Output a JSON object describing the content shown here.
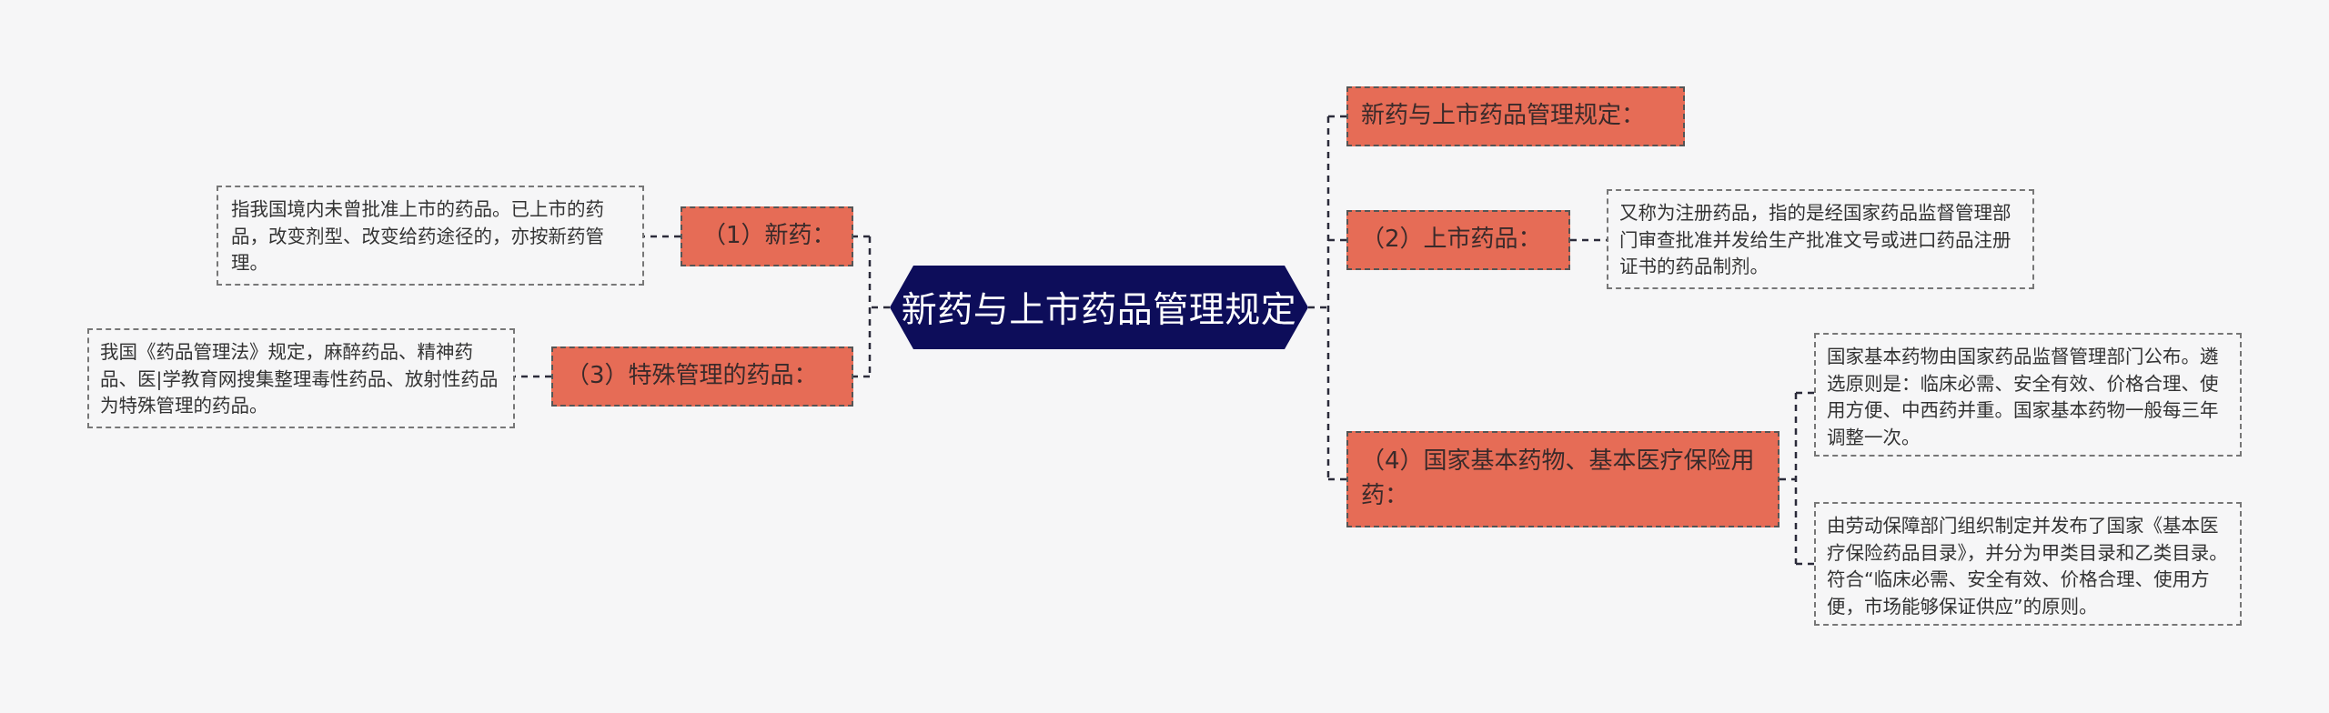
{
  "root": {
    "title": "新药与上市药品管理规定"
  },
  "categories": [
    {
      "label": "新药与上市药品管理规定："
    },
    {
      "label": "（2）上市药品："
    },
    {
      "label": "（4）国家基本药物、基本医疗保险用药："
    },
    {
      "label": "（1）新药："
    },
    {
      "label": "（3）特殊管理的药品："
    }
  ],
  "leaves": [
    {
      "text": "又称为注册药品，指的是经国家药品监督管理部门审查批准并发给生产批准文号或进口药品注册证书的药品制剂。"
    },
    {
      "text": "国家基本药物由国家药品监督管理部门公布。遴选原则是：临床必需、安全有效、价格合理、使用方便、中西药并重。国家基本药物一般每三年调整一次。"
    },
    {
      "text": "由劳动保障部门组织制定并发布了国家《基本医疗保险药品目录》，并分为甲类目录和乙类目录。符合“临床必需、安全有效、价格合理、使用方便，市场能够保证供应”的原则。"
    },
    {
      "text": "指我国境内未曾批准上市的药品。已上市的药品，改变剂型、改变给药途径的，亦按新药管理。"
    },
    {
      "text": "我国《药品管理法》规定，麻醉药品、精神药品、医|学教育网搜集整理毒性药品、放射性药品为特殊管理的药品。"
    }
  ],
  "colors": {
    "root_fill": "#0d0d5a",
    "category_fill": "#e66c56",
    "leaf_fill": "#f6f6f7",
    "connector": "#2b2b3a"
  }
}
